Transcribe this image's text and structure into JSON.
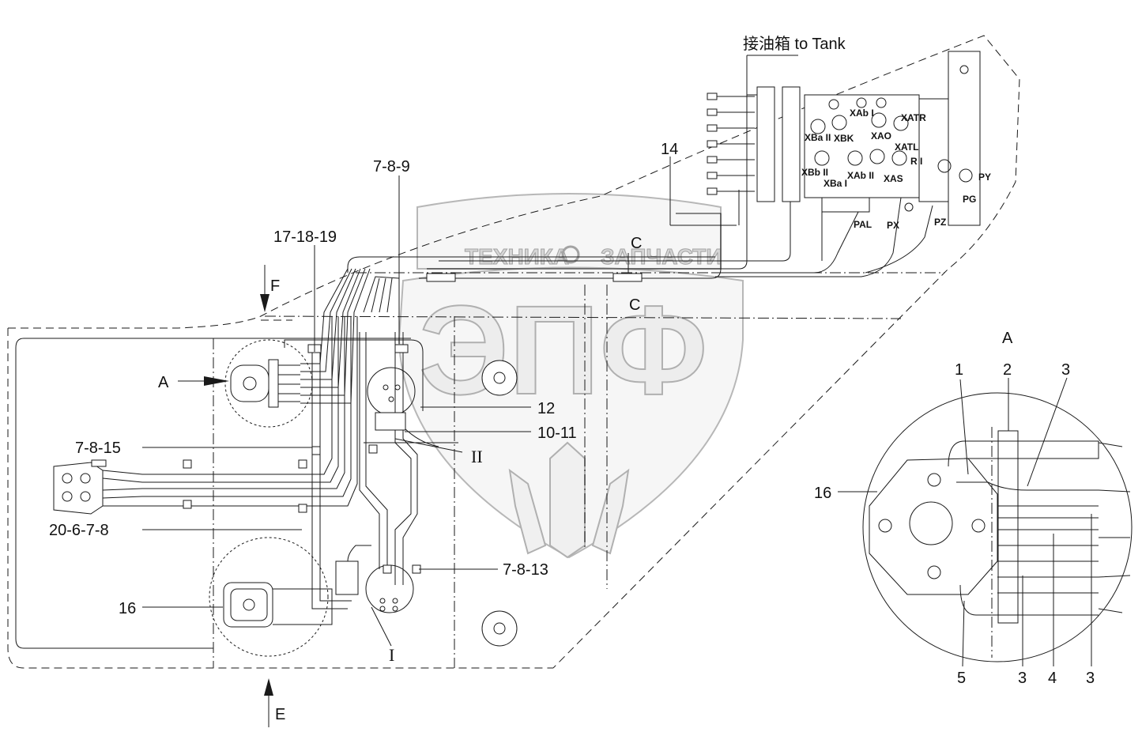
{
  "title": "接油箱 to Tank",
  "watermark": {
    "brand_top": "ТЕХНИКА",
    "brand_top_right": "ЗАПЧАСТИ",
    "brand_main": "ЭПФ"
  },
  "callouts": {
    "c_7_8_9": "7-8-9",
    "c_17_18_19": "17-18-19",
    "c_14": "14",
    "c_12": "12",
    "c_10_11": "10-11",
    "c_7_8_15": "7-8-15",
    "c_20_6_7_8": "20-6-7-8",
    "c_7_8_13": "7-8-13",
    "c_16": "16"
  },
  "view_markers": {
    "a": "A",
    "f": "F",
    "e": "E",
    "c_upper": "C",
    "c_lower": "C",
    "roman_2": "II",
    "roman_1": "I"
  },
  "valve_ports": {
    "xab1": "XAb I",
    "xatr": "XATR",
    "xba2": "XBa II",
    "xbk": "XBK",
    "xao": "XAO",
    "xatl": "XATL",
    "r1": "R I",
    "xbb2": "XBb II",
    "xba1": "XBa I",
    "xab2": "XAb II",
    "xas": "XAS",
    "py": "PY",
    "pg": "PG",
    "pal": "PAL",
    "px": "PX",
    "pz": "PZ"
  },
  "detail_a": {
    "title": "A",
    "n1": "1",
    "n2": "2",
    "n3_top": "3",
    "n16": "16",
    "n5": "5",
    "n3_b1": "3",
    "n4": "4",
    "n3_b2": "3"
  }
}
